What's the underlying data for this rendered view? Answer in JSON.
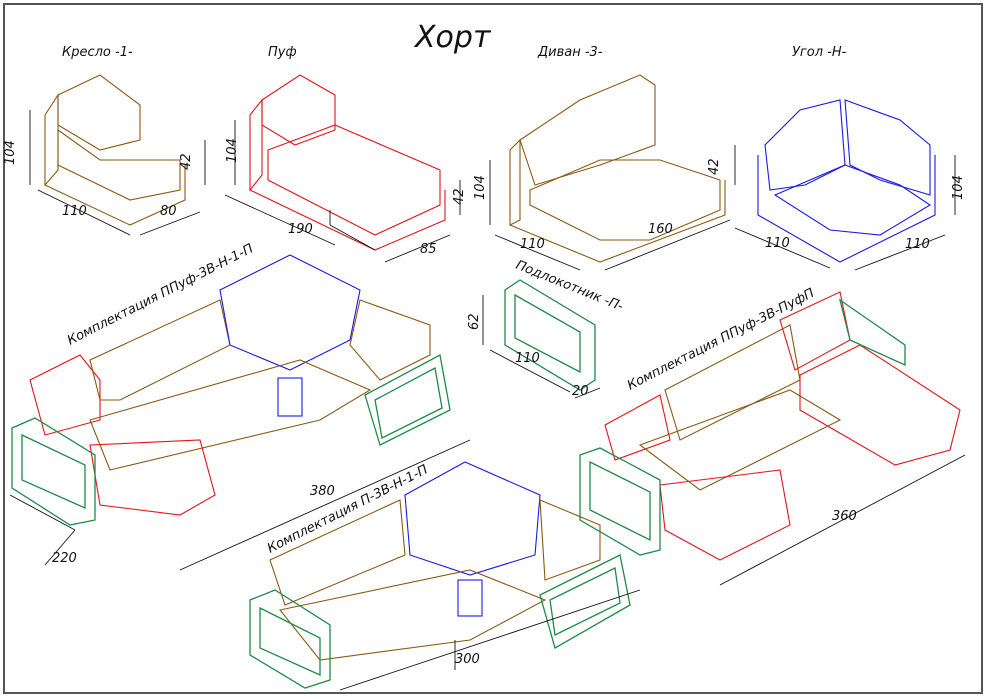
{
  "title": "Хорт",
  "modules": {
    "kreslo": {
      "label": "Кресло -1-",
      "dims": [
        "104",
        "42",
        "110",
        "80"
      ]
    },
    "puf": {
      "label": "Пуф",
      "dims": [
        "104",
        "42",
        "190",
        "85"
      ]
    },
    "divan": {
      "label": "Диван -3-",
      "dims": [
        "104",
        "42",
        "110",
        "160"
      ]
    },
    "ugol": {
      "label": "Угол -Н-",
      "dims": [
        "104",
        "110",
        "110"
      ]
    },
    "podlokotnik": {
      "label": "Подлокотник -П-",
      "dims": [
        "62",
        "110",
        "20"
      ]
    }
  },
  "sets": {
    "set1": {
      "label": "Комплектация ППуф-3В-Н-1-П",
      "dims": [
        "380",
        "220"
      ]
    },
    "set2": {
      "label": "Комплектация П-3В-Н-1-П",
      "dims": [
        "300"
      ]
    },
    "set3": {
      "label": "Комплектация ППуф-3В-ПуфП",
      "dims": [
        "360"
      ]
    }
  },
  "colors": {
    "brown": "#8a5a14",
    "red": "#e0151b",
    "blue": "#1a1ae6",
    "green": "#1f8a4a",
    "dimension": "#111111"
  }
}
